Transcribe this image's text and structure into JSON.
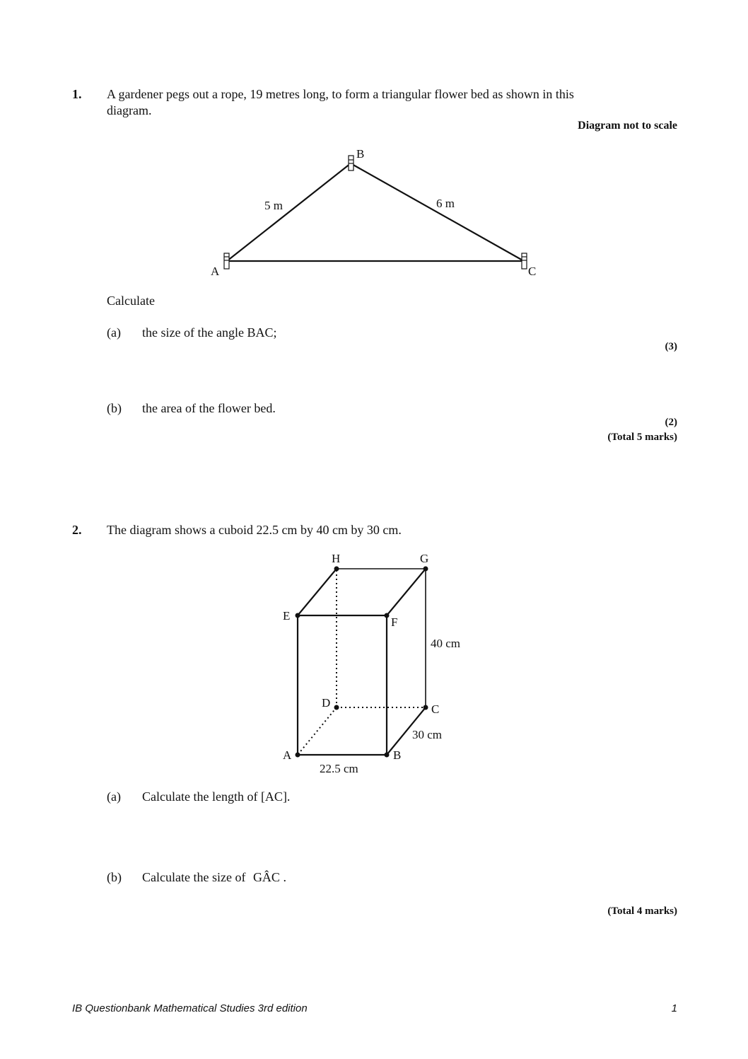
{
  "q1": {
    "number": "1.",
    "text_line1": "A gardener pegs out a rope, 19 metres long, to form a triangular flower bed as shown in this",
    "text_line2": "diagram.",
    "scale_note": "Diagram not to scale",
    "diagram": {
      "label_a": "A",
      "label_b": "B",
      "label_c": "C",
      "length_ab": "5 m",
      "length_bc": "6 m"
    },
    "prompt": "Calculate",
    "part_a": {
      "label": "(a)",
      "text": "the size of the angle BAC;",
      "marks": "(3)"
    },
    "part_b": {
      "label": "(b)",
      "text": "the area of the flower bed.",
      "marks": "(2)"
    },
    "total": "(Total 5 marks)"
  },
  "q2": {
    "number": "2.",
    "text": "The diagram shows a cuboid 22.5 cm by 40 cm by 30 cm.",
    "diagram": {
      "vertices": {
        "A": "A",
        "B": "B",
        "C": "C",
        "D": "D",
        "E": "E",
        "F": "F",
        "G": "G",
        "H": "H"
      },
      "height_label": "40 cm",
      "depth_label": "30 cm",
      "width_label": "22.5 cm"
    },
    "part_a": {
      "label": "(a)",
      "text": "Calculate the length of [AC]."
    },
    "part_b": {
      "label": "(b)",
      "text_before": "Calculate the size of ",
      "angle": "GÂC",
      "text_after": " ."
    },
    "total": "(Total 4 marks)"
  },
  "footer": {
    "source": "IB Questionbank Mathematical Studies 3rd edition",
    "page_number": "1"
  }
}
